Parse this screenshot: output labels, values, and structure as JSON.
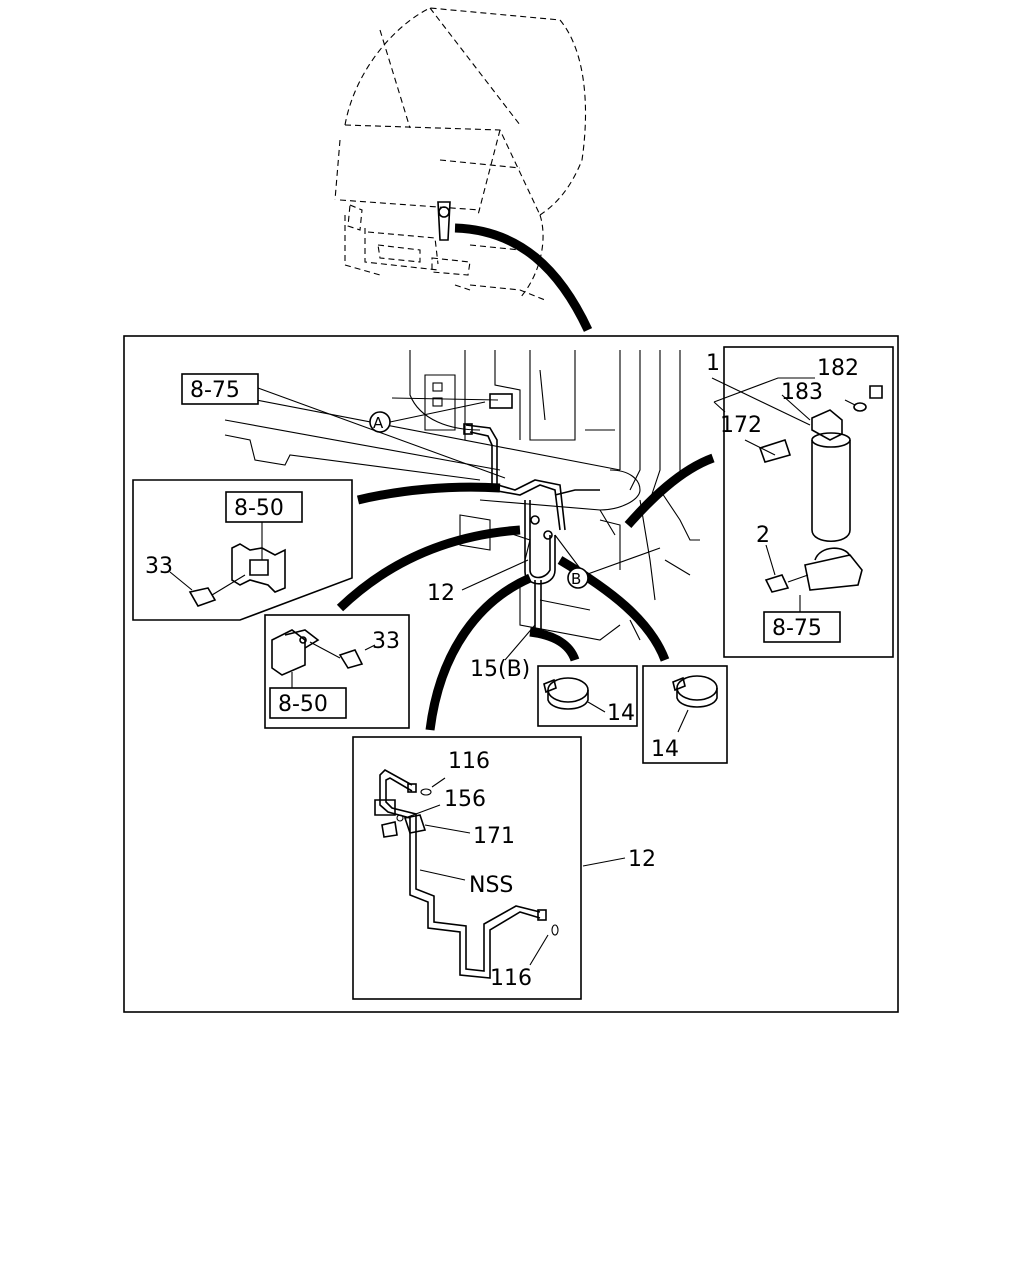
{
  "callouts": {
    "ref_8_75_main": "8-75",
    "ref_8_50_a": "8-50",
    "ref_8_50_b": "8-50",
    "ref_8_75_inset": "8-75",
    "circle_a": "A",
    "circle_b": "B",
    "part_12_main": "12",
    "part_15b": "15(B)",
    "part_33_a": "33",
    "part_33_b": "33",
    "part_14_a": "14",
    "part_14_b": "14",
    "part_1": "1",
    "part_182": "182",
    "part_183": "183",
    "part_172": "172",
    "part_2": "2",
    "part_116_top": "116",
    "part_156": "156",
    "part_171": "171",
    "part_nss": "NSS",
    "part_116_bottom": "116",
    "part_12_pipe": "12"
  }
}
